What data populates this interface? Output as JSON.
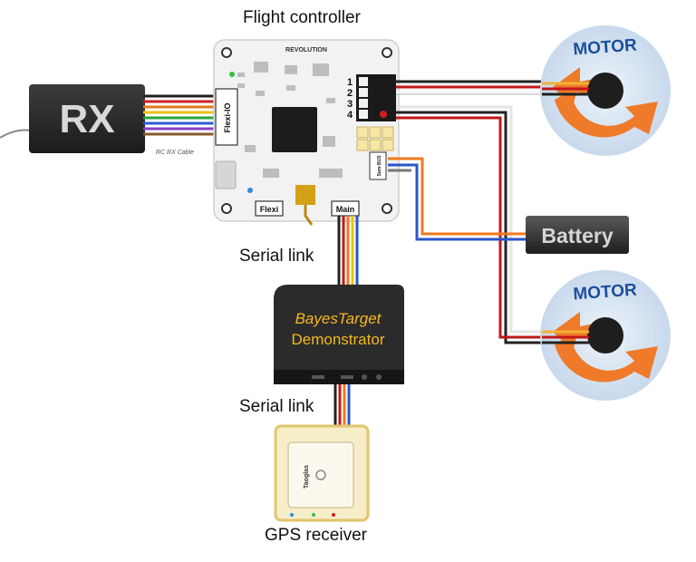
{
  "labels": {
    "flight_controller": "Flight controller",
    "serial_link_top": "Serial link",
    "serial_link_bottom": "Serial link",
    "gps_receiver": "GPS receiver",
    "demonstrator_line1": "BayesTarget",
    "demonstrator_line2": "Demonstrator"
  },
  "rx": {
    "text": "RX",
    "cable_label": "RC RX Cable"
  },
  "board": {
    "brand": "REVOLUTION",
    "port_flexi_io": "Flexi-IO",
    "port_flexi": "Flexi",
    "port_main": "Main",
    "port_sumbus": "Sum-BUS",
    "output_numbers": [
      "1",
      "2",
      "3",
      "4"
    ]
  },
  "motors": [
    {
      "label": "MOTOR"
    },
    {
      "label": "MOTOR"
    }
  ],
  "battery": {
    "label": "Battery"
  },
  "gps": {
    "brand": "Taoglas"
  },
  "colors": {
    "motor_orange": "#ef7a2a",
    "motor_disc": "#d5e3f1",
    "motor_text": "#1d4f9c",
    "demonstrator_text": "#f5b71f",
    "wire_red": "#c01818",
    "wire_orange": "#f07a1e",
    "wire_blue": "#2a56c8",
    "box_dark": "#2a2a2a"
  }
}
